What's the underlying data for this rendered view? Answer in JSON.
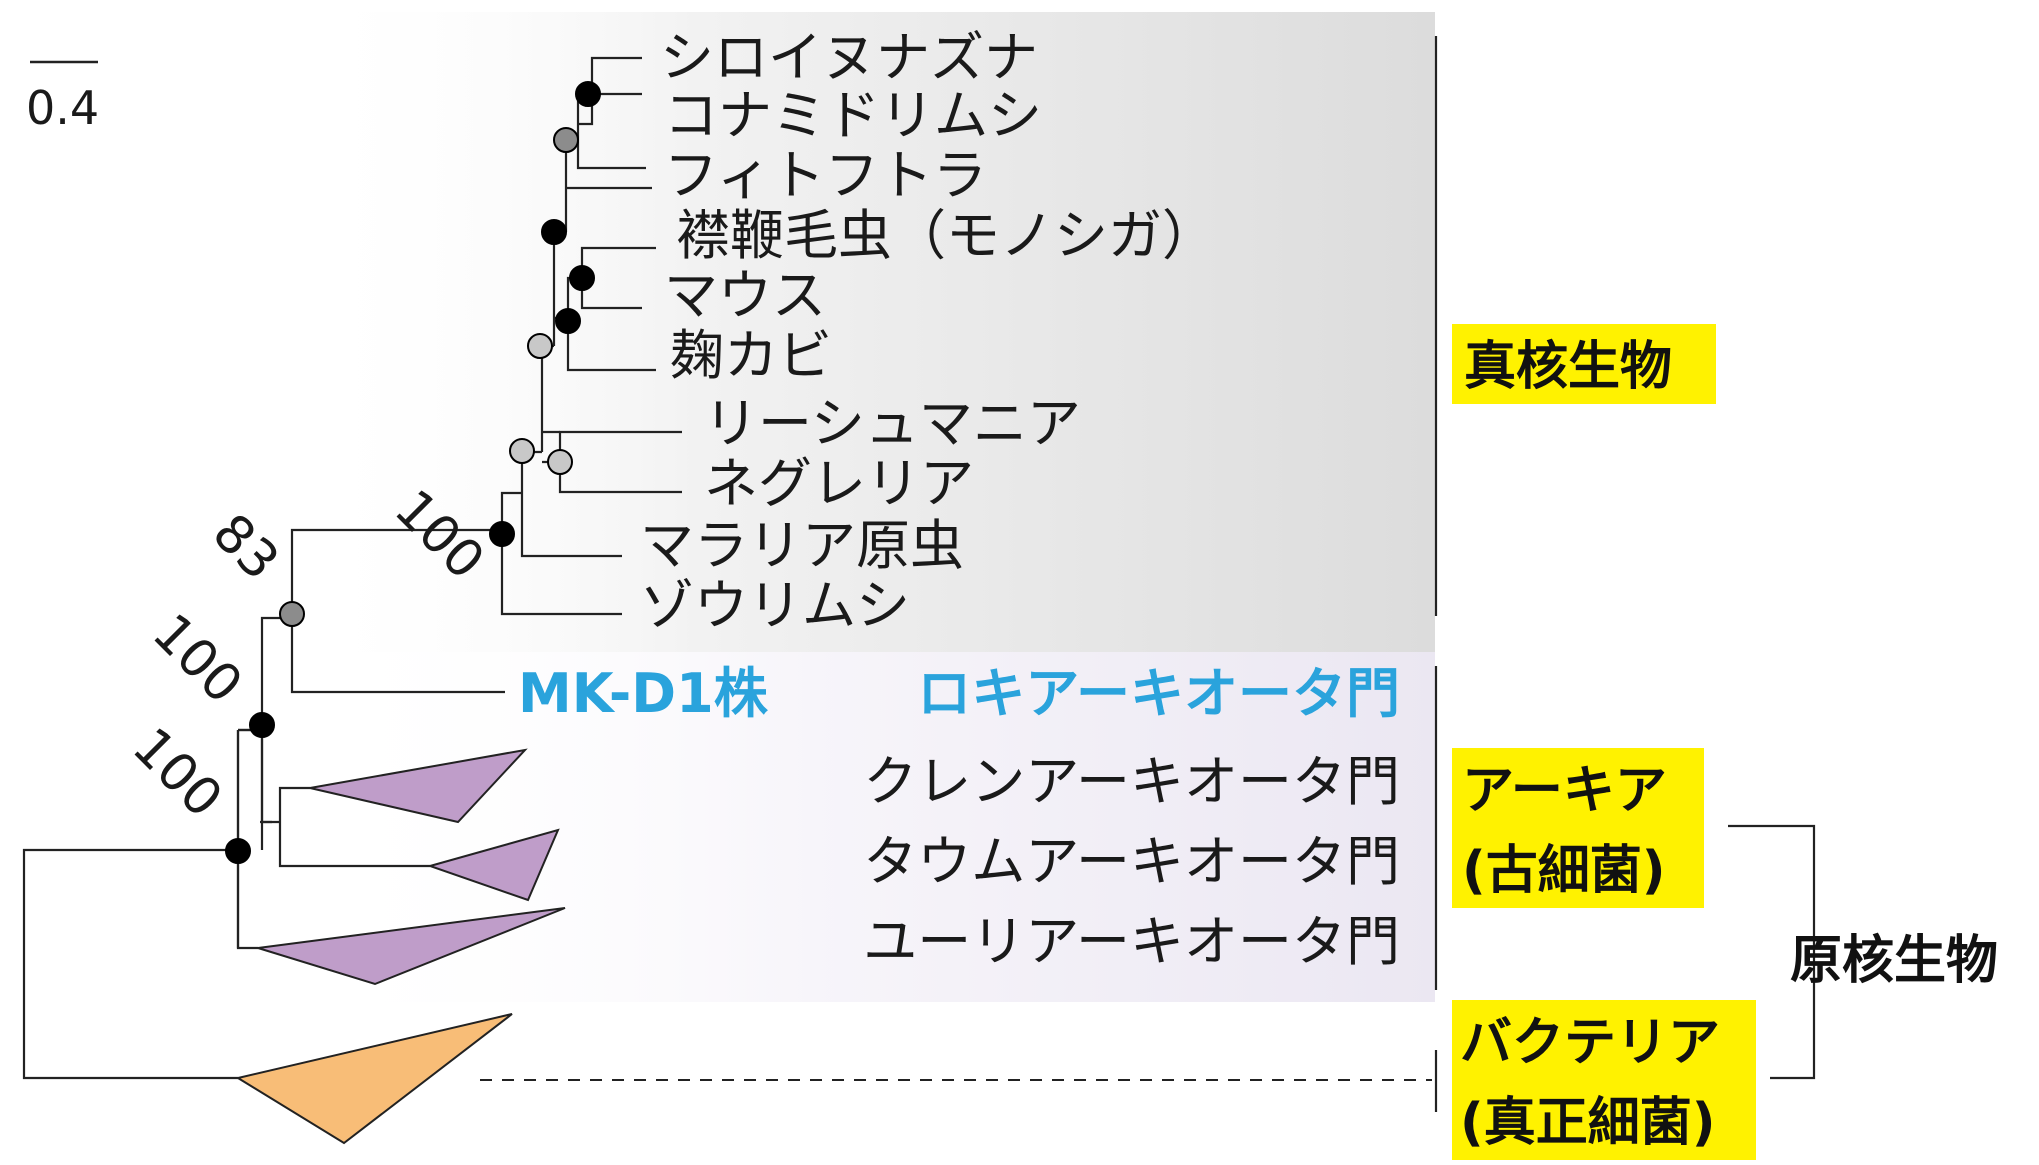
{
  "scale_bar": {
    "label": "0.4"
  },
  "bootstrap": [
    "100",
    "83",
    "100",
    "100"
  ],
  "eukaryote_taxa": [
    "シロイヌナズナ",
    "コナミドリムシ",
    "フィトフトラ",
    "襟鞭毛虫（モノシガ）",
    "マウス",
    "麹カビ",
    "リーシュマニア",
    "ネグレリア",
    "マラリア原虫",
    "ゾウリムシ"
  ],
  "archaea": {
    "highlight_strain": "MK-D1株",
    "highlight_phylum": "ロキアーキオータ門",
    "phyla": [
      "クレンアーキオータ門",
      "タウムアーキオータ門",
      "ユーリアーキオータ門"
    ]
  },
  "domains": {
    "eukaryota": "真核生物",
    "archaea_line1": "アーキア",
    "archaea_line2": "(古細菌)",
    "bacteria_line1": "バクテリア",
    "bacteria_line2": "(真正細菌)",
    "prokaryota": "原核生物"
  },
  "colors": {
    "eukaryote_box": "#dddddd",
    "archaea_box": "#eeebf3",
    "archaea_clade": "#bf9dc9",
    "bacteria_clade": "#f8bd77",
    "highlight_text": "#2aa3dc",
    "domain_label_bg": "#fff200",
    "node_strong": "#000000",
    "node_medium": "#8c8c8c",
    "node_weak": "#c8c8c8"
  }
}
